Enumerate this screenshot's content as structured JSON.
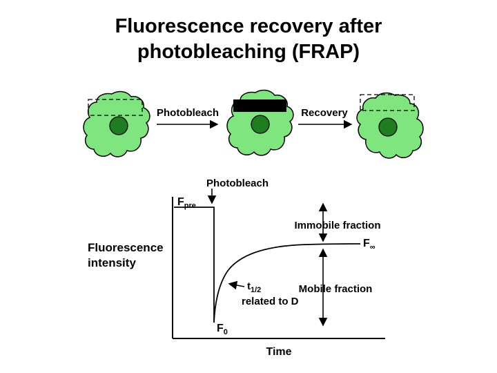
{
  "title": {
    "line1": "Fluorescence recovery after",
    "line2": "photobleaching (FRAP)"
  },
  "cells_row": {
    "photobleach_arrow_label": "Photobleach",
    "recovery_arrow_label": "Recovery"
  },
  "graph": {
    "photobleach_label": "Photobleach",
    "f_pre": {
      "main": "F",
      "sub": "pre"
    },
    "f_inf": {
      "main": "F",
      "sub": "∞"
    },
    "f_zero": {
      "main": "F",
      "sub": "0"
    },
    "t_half": {
      "main": "t",
      "sub": "1/2"
    },
    "related_to_d": "related to D",
    "immobile_fraction": "Immobile fraction",
    "mobile_fraction": "Mobile fraction",
    "ylabel_line1": "Fluorescence",
    "ylabel_line2": "intensity",
    "xlabel": "Time"
  },
  "colors": {
    "cell_fill": "#7fe67f",
    "nucleus_fill": "#1e7d1e",
    "ink": "#000000",
    "background": "#ffffff"
  }
}
